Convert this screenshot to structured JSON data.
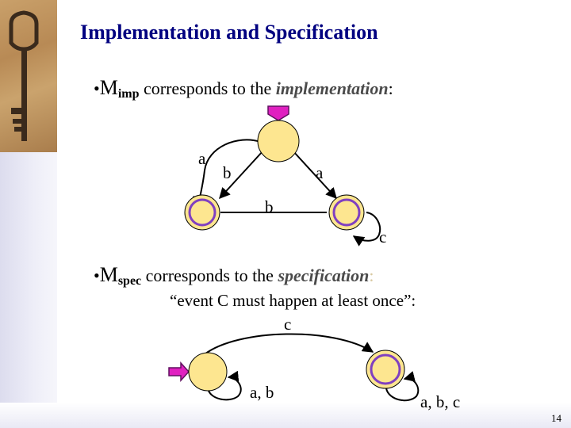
{
  "slide": {
    "title": "Implementation and Specification",
    "page_number": "14"
  },
  "bullet_imp": {
    "bullet": "•",
    "letter": "M",
    "subscript": "imp",
    "text": " corresponds to the ",
    "emphasis": "implementation",
    "suffix": ":"
  },
  "bullet_spec": {
    "bullet": "•",
    "letter": "M",
    "subscript": "spec",
    "text": " corresponds to the ",
    "emphasis": "specification",
    "suffix": ":"
  },
  "spec_quote": "“event C must happen at least once”:",
  "diagram_imp": {
    "edge_labels": {
      "top_self_loop": "a",
      "top_to_left": "b",
      "top_to_right": "a",
      "left_right": "b",
      "right_self_loop": "c"
    }
  },
  "diagram_spec": {
    "edge_labels": {
      "left_to_right": "c",
      "left_self_loop": "a, b",
      "right_self_loop": "a, b, c"
    }
  },
  "colors": {
    "title": "#000080",
    "state_fill": "#fde690",
    "accepting_ring": "#8040c0",
    "initial_arrow": "#e020c0"
  }
}
